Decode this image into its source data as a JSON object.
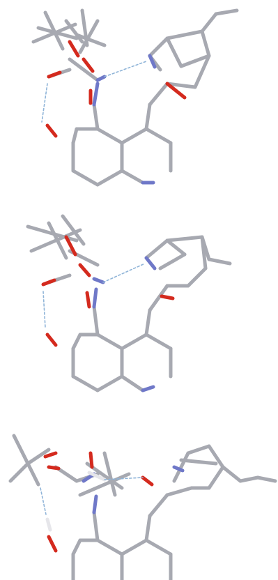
{
  "figure": {
    "panels": [
      {
        "id": "conformer-1"
      },
      {
        "id": "conformer-2"
      },
      {
        "id": "conformer-3"
      }
    ]
  },
  "colors": {
    "carbon": "#a7a9b1",
    "carbon_edge": "#8d8f97",
    "oxygen": "#d42a1e",
    "nitrogen": "#6f78c8",
    "hydrogen": "#e6e6ea",
    "hbond": "#8fb4d8",
    "background": "#ffffff"
  }
}
